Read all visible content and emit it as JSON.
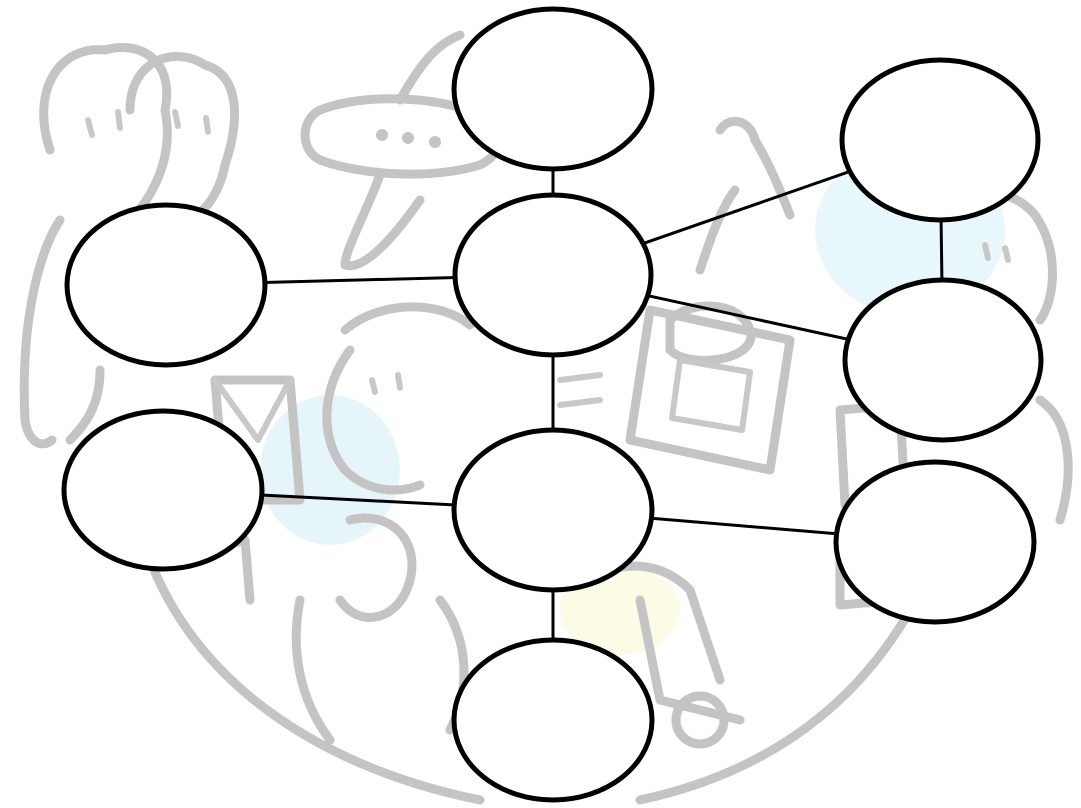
{
  "diagram": {
    "type": "bubble-map",
    "nodes": [
      {
        "id": "top",
        "label": ""
      },
      {
        "id": "center",
        "label": ""
      },
      {
        "id": "left-upper",
        "label": ""
      },
      {
        "id": "left-lower",
        "label": ""
      },
      {
        "id": "middle-lower",
        "label": ""
      },
      {
        "id": "bottom",
        "label": ""
      },
      {
        "id": "right-top",
        "label": ""
      },
      {
        "id": "right-middle",
        "label": ""
      },
      {
        "id": "right-lower",
        "label": ""
      }
    ],
    "edges": [
      [
        "top",
        "center"
      ],
      [
        "left-upper",
        "center"
      ],
      [
        "center",
        "right-top"
      ],
      [
        "center",
        "right-middle"
      ],
      [
        "right-top",
        "right-middle"
      ],
      [
        "center",
        "middle-lower"
      ],
      [
        "left-lower",
        "middle-lower"
      ],
      [
        "middle-lower",
        "right-lower"
      ],
      [
        "middle-lower",
        "bottom"
      ]
    ]
  },
  "background": {
    "illustration": "faded-travel-sketch",
    "stroke_color": "#c4c4c4",
    "tint_color": "#e6f6fb"
  },
  "colors": {
    "bubble_stroke": "#000000",
    "bubble_fill": "#ffffff",
    "connector": "#000000"
  }
}
